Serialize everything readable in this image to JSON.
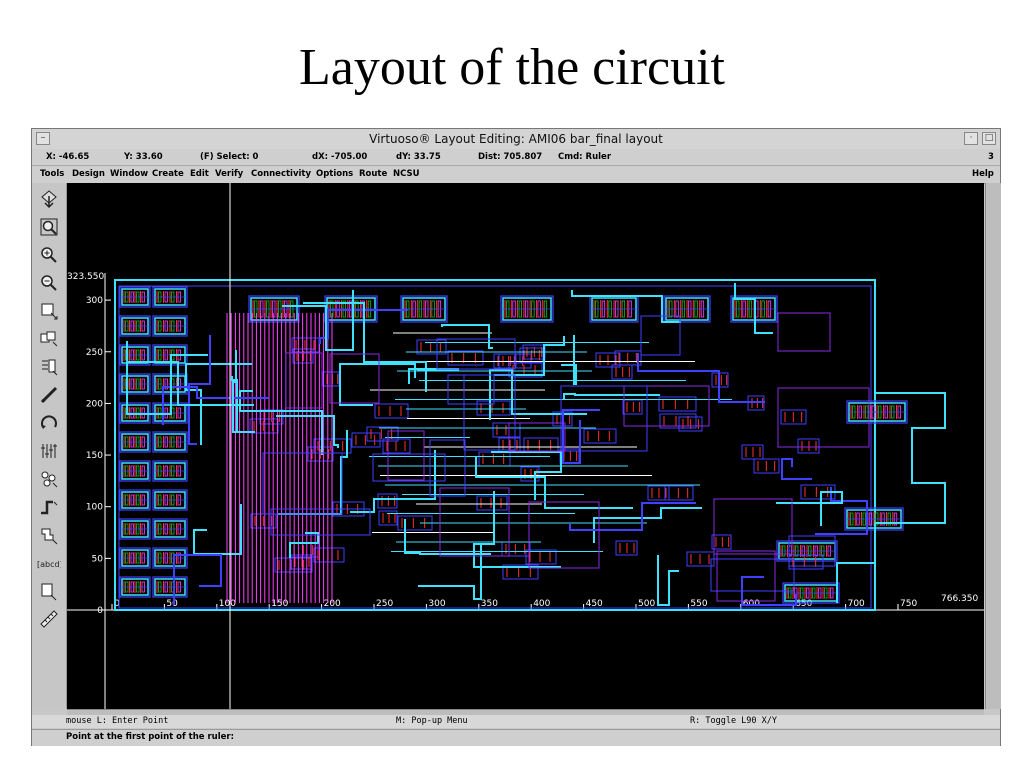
{
  "slide": {
    "title": "Layout of the circuit"
  },
  "window": {
    "title": "Virtuoso® Layout Editing: AMI06 bar_final layout",
    "menu_glyph": "–",
    "minimize_glyph": "·",
    "maximize_glyph": "□"
  },
  "status": {
    "x": "X: -46.65",
    "y": "Y: 33.60",
    "select": "(F) Select: 0",
    "dx": "dX: -705.00",
    "dy": "dY: 33.75",
    "dist": "Dist: 705.807",
    "cmd": "Cmd: Ruler",
    "window_number": "3"
  },
  "menu": {
    "items": [
      "Tools",
      "Design",
      "Window",
      "Create",
      "Edit",
      "Verify",
      "Connectivity",
      "Options",
      "Route",
      "NCSU"
    ],
    "help": "Help"
  },
  "toolbar": {
    "icons": [
      "save-icon",
      "fit-view-icon",
      "zoom-in-icon",
      "zoom-out-icon",
      "stretch-icon",
      "copy-icon",
      "move-icon",
      "delete-icon",
      "undo-icon",
      "property-icon",
      "hierarchy-icon",
      "path-icon",
      "polygon-icon",
      "label-icon",
      "rectangle-icon",
      "ruler-icon"
    ],
    "label_text": "[abcd]"
  },
  "ruler": {
    "y_ticks": [
      "0",
      "50",
      "100",
      "150",
      "200",
      "250",
      "300"
    ],
    "y_top_label": "323.550",
    "x_ticks": [
      "0",
      "50",
      "100",
      "150",
      "200",
      "250",
      "300",
      "350",
      "400",
      "450",
      "500",
      "550",
      "600",
      "650",
      "700",
      "750"
    ],
    "x_end_label": "766.350"
  },
  "layer_colors": {
    "metal1": "#4040ff",
    "metal2": "#ff40ff",
    "metal3": "#40e0ff",
    "poly": "#ff3030",
    "active": "#20c020",
    "ruler": "#ffffff"
  },
  "bottom": {
    "mouse_left": "mouse L: Enter Point",
    "mouse_middle": "M: Pop-up Menu",
    "mouse_right": "R: Toggle L90 X/Y",
    "prompt": "Point at the first point of the ruler:"
  }
}
